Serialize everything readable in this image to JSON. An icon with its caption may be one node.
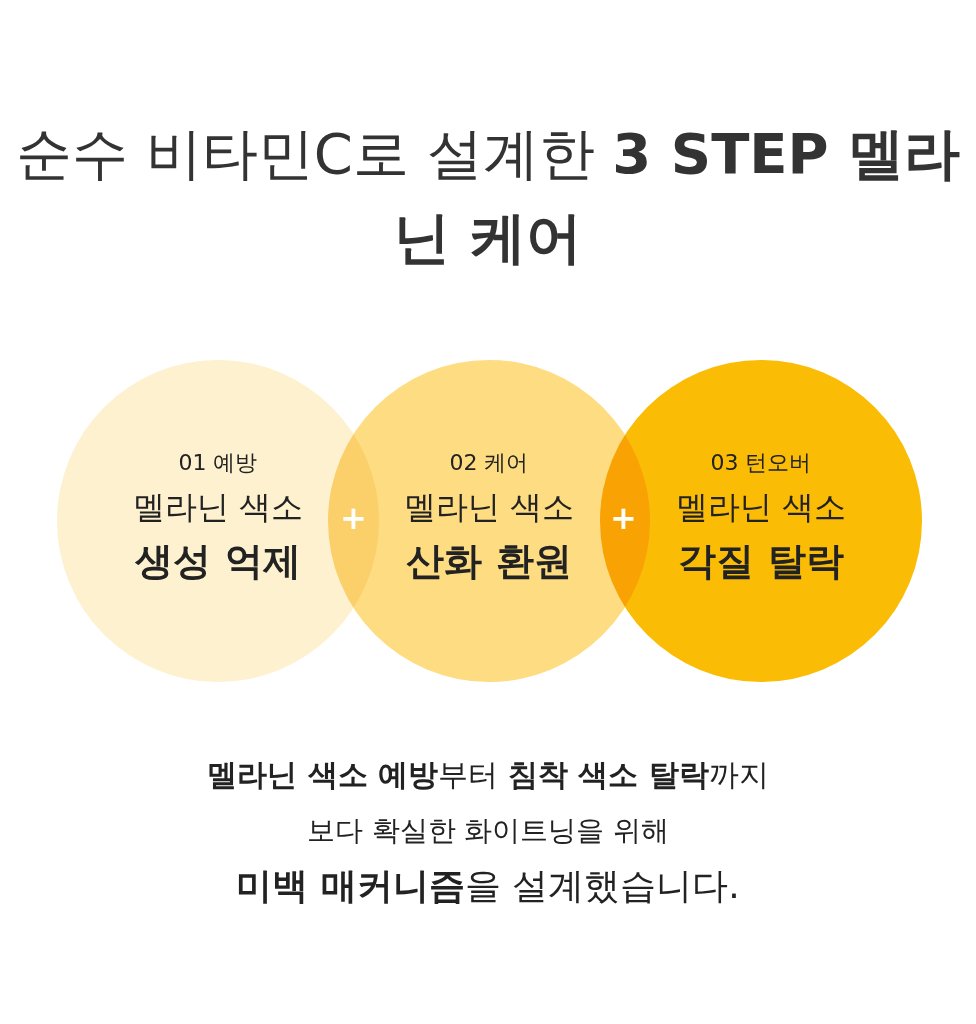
{
  "diagram": {
    "title": "순수 비타민C로 설계한 **3 STEP 멜라닌 케어**",
    "nodes": [
      {
        "text": [
          "01 예방",
          "멜라닌 색소",
          "생성 억제"
        ]
      },
      {
        "text": [
          "02 케어",
          "멜라닌 색소",
          "산화 환원"
        ]
      },
      {
        "text": [
          "03 턴오버",
          "멜라닌 색소",
          "각질 탈락"
        ]
      }
    ],
    "edges": [],
    "labels": [
      "+",
      "+",
      "**멜라닌 색소 예방**부터 **침착 색소 탈락**까지",
      "보다 확실한 화이트닝을 위해",
      "**미백 매커니즘**을 설계했습니다."
    ]
  }
}
